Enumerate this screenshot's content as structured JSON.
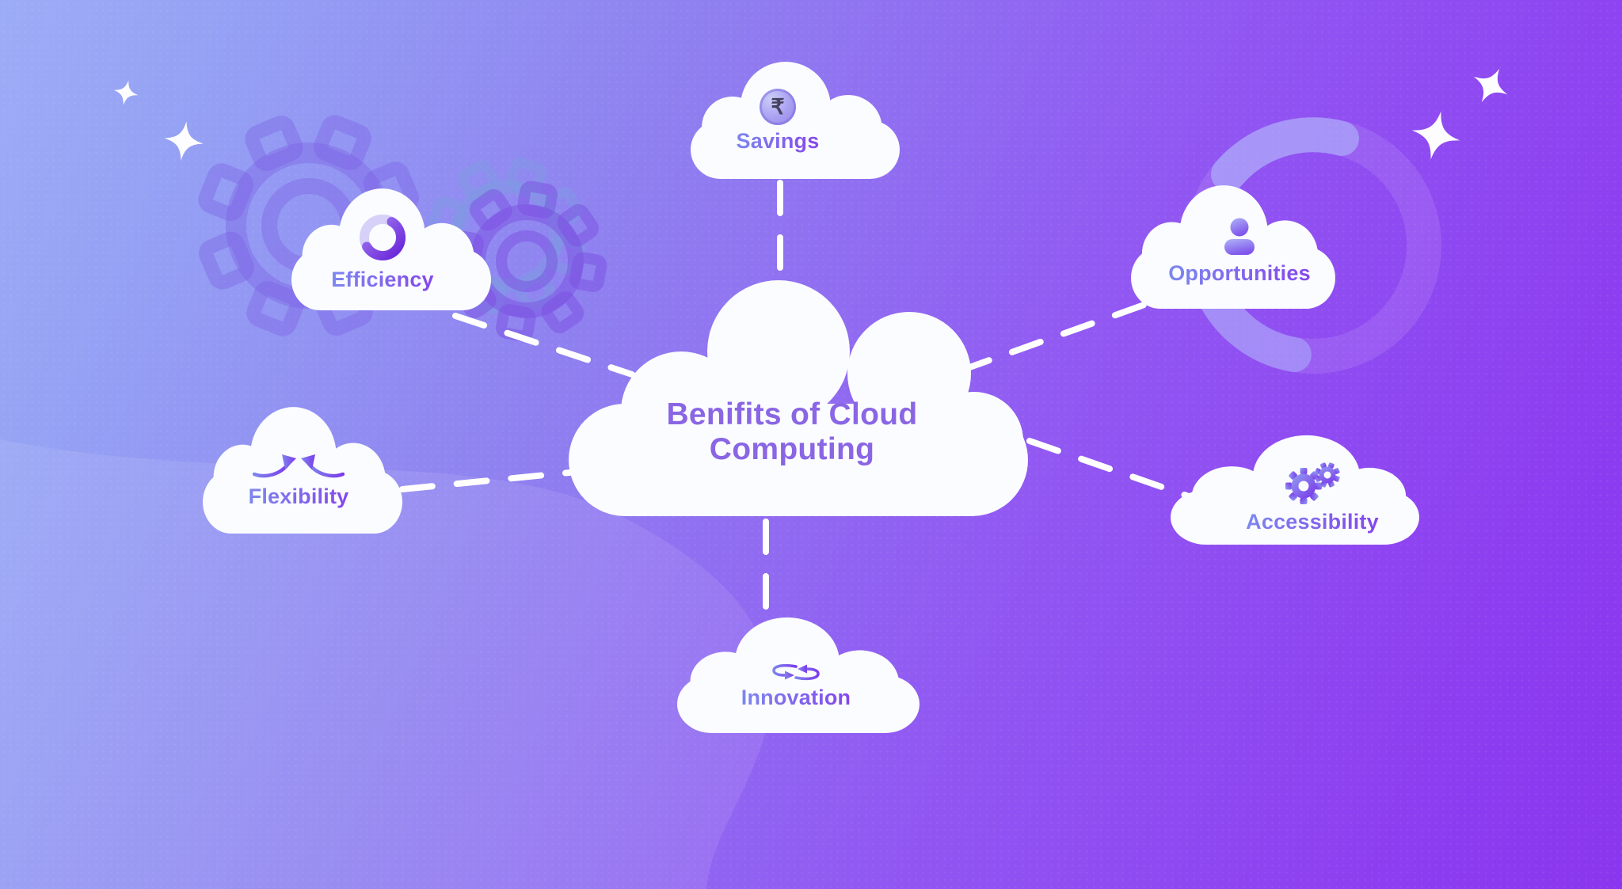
{
  "title": {
    "line1": "Benifits of Cloud",
    "line2": "Computing"
  },
  "nodes": {
    "savings": {
      "label": "Savings",
      "icon": "rupee-coin-icon",
      "coin_glyph": "₹"
    },
    "efficiency": {
      "label": "Efficiency",
      "icon": "progress-ring-icon"
    },
    "opportunities": {
      "label": "Opportunities",
      "icon": "person-icon"
    },
    "flexibility": {
      "label": "Flexibility",
      "icon": "merge-arrows-icon"
    },
    "accessibility": {
      "label": "Accessibility",
      "icon": "gears-icon"
    },
    "innovation": {
      "label": "Innovation",
      "icon": "sync-arrows-icon"
    }
  },
  "colors": {
    "bg_top_left": "#9dacf6",
    "bg_mid": "#8f83f0",
    "bg_right": "#8d3ef0",
    "cloud": "#fbfcff",
    "title_text": "#8a66e4",
    "label_gradient_start": "#7d88ee",
    "label_gradient_end": "#8546ec",
    "icon_gradient_start": "#a3aef6",
    "icon_gradient_end": "#7c3aed",
    "connector": "#ffffff"
  }
}
